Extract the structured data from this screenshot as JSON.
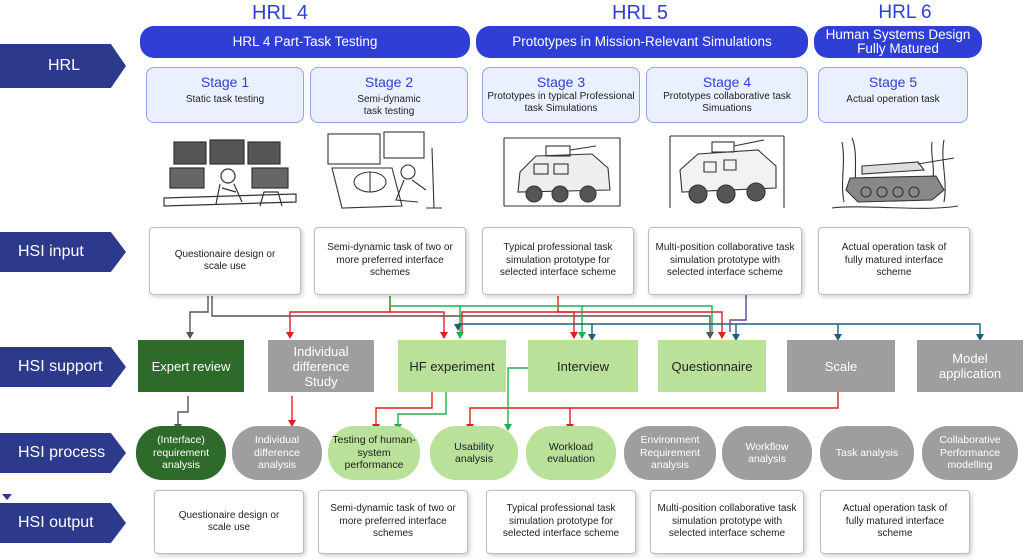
{
  "hrl_titles": {
    "hrl4": "HRL 4",
    "hrl5": "HRL 5",
    "hrl6": "HRL 6"
  },
  "bands": {
    "hrl4": "HRL 4 Part-Task Testing",
    "hrl5": "Prototypes in Mission-Relevant Simulations",
    "hrl6": "Human Systems Design Fully Matured"
  },
  "sidebar": {
    "hrl": "HRL",
    "hsi_input": "HSI input",
    "hsi_support": "HSI support",
    "hsi_process": "HSI process",
    "hsi_output": "HSI output"
  },
  "stages": [
    {
      "title": "Stage 1",
      "desc": "Static task testing"
    },
    {
      "title": "Stage 2",
      "desc": "Semi-dynamic task testing"
    },
    {
      "title": "Stage 3",
      "desc": "Prototypes in typical Professional task Simulations"
    },
    {
      "title": "Stage 4",
      "desc": "Prototypes collaborative task Simuations"
    },
    {
      "title": "Stage 5",
      "desc": "Actual operation task"
    }
  ],
  "inputs": [
    "Questionaire design or scale use",
    "Semi-dynamic task of two or more preferred interface schemes",
    "Typical professional task simulation prototype for selected interface scheme",
    "Multi-position collaborative task simulation prototype with selected interface scheme",
    "Actual operation task of fully matured interface scheme"
  ],
  "support": [
    "Expert review",
    "Individual difference Study",
    "HF experiment",
    "Interview",
    "Questionnaire",
    "Scale",
    "Model application"
  ],
  "process": [
    "(Interface) requirement analysis",
    "Individual difference analysis",
    "Testing of human-system performance",
    "Usability analysis",
    "Workload evaluation",
    "Environment Requirement analysis",
    "Workflow analysis",
    "Task analysis",
    "Collaborative Performance modelling"
  ],
  "outputs": [
    "Questionaire design or scale use",
    "Semi-dynamic task of two or more preferred interface schemes",
    "Typical professional task simulation prototype for selected interface scheme",
    "Multi-position collaborative task simulation prototype with selected interface scheme",
    "Actual operation task of fully matured interface scheme"
  ],
  "colors": {
    "accent_blue": "#2f3fd6",
    "sidebar_navy": "#2d3a8c",
    "dark_green": "#2e6b2a",
    "light_green": "#b9e19a",
    "gray": "#9e9e9e",
    "arrow_red": "#e02020",
    "arrow_green": "#1fb050",
    "arrow_teal": "#1f5f7a",
    "arrow_purple": "#6a3fa0"
  },
  "icons": [
    "control-room-sketch",
    "driving-simulator-sketch",
    "armored-vehicle-sketch",
    "armored-vehicle-sketch-2",
    "tank-sketch"
  ]
}
